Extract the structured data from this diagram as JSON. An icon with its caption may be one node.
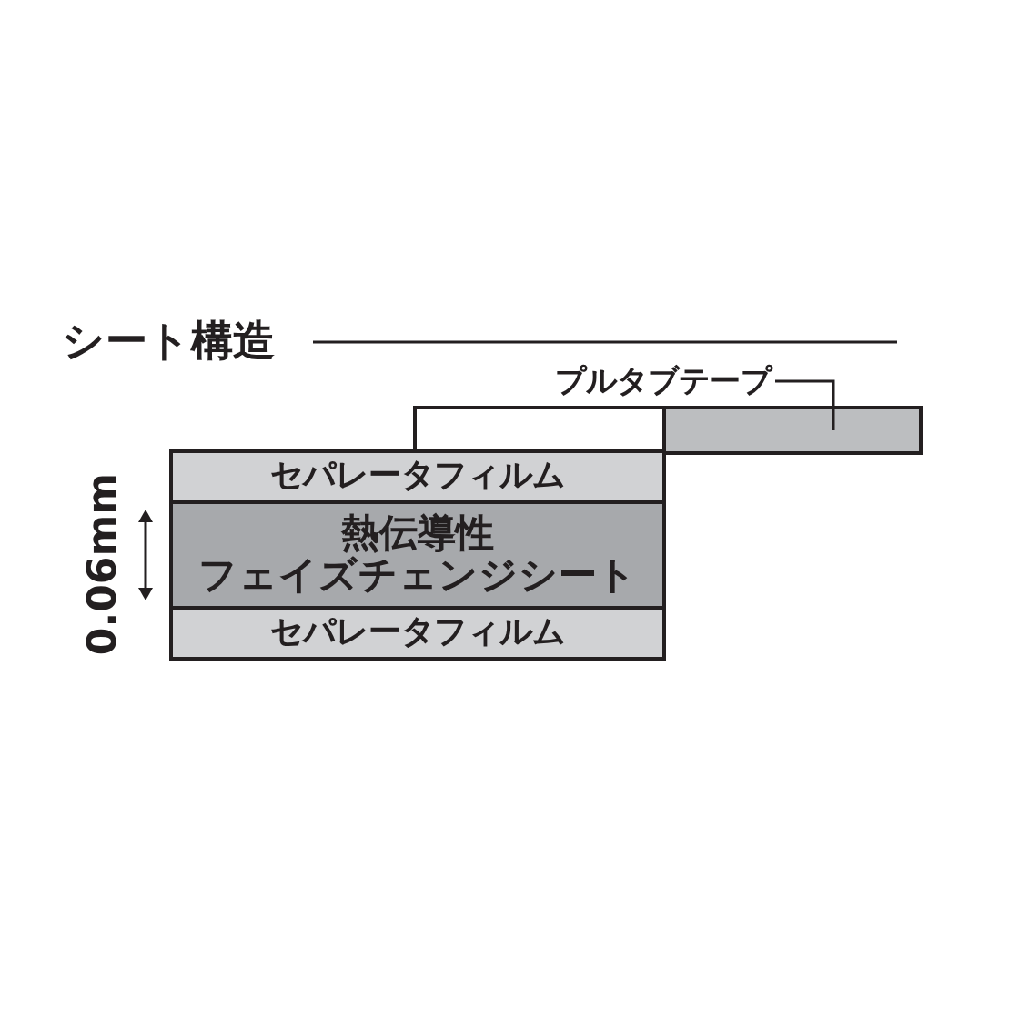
{
  "diagram": {
    "title": "シート構造",
    "nodes": [
      {
        "text": [
          "セパレータフィルム"
        ]
      },
      {
        "text": [
          "熱伝導性",
          "フェイズチェンジシート"
        ]
      },
      {
        "text": [
          "セパレータフィルム"
        ]
      },
      {
        "text": [
          "プルタブテープ"
        ]
      },
      {
        "text": [],
        "shape": "bar"
      }
    ],
    "edges": [
      {
        "from": 3,
        "to": 4,
        "arrow": "none"
      }
    ],
    "labels": [
      "0.06mm"
    ]
  }
}
